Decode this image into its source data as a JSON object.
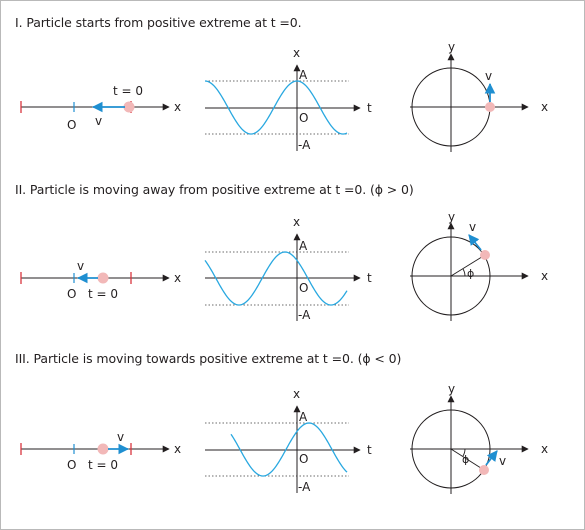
{
  "headings": {
    "case1": "I. Particle starts from positive extreme at  t =0.",
    "case2": "II. Particle is moving away from positive extreme at  t =0. (ϕ > 0)",
    "case3": "III. Particle is moving towards positive extreme at  t =0. (ϕ < 0)"
  },
  "labels": {
    "x": "x",
    "t": "t",
    "y": "y",
    "v": "v",
    "origin": "O",
    "t0": "t = 0",
    "amp_pos": "A",
    "amp_neg": "-A",
    "phi": "ϕ"
  },
  "colors": {
    "axis": "#231f20",
    "wave": "#29a8e0",
    "velocity": "#1f8fd1",
    "extreme_tick": "#d9363e",
    "particle": "#f2b8b8",
    "dotted": "#6b6b6b",
    "border": "#b9b9b9"
  },
  "cases": [
    {
      "phase": "zero",
      "velocity": "toward-origin",
      "particle": "positive-extreme"
    },
    {
      "phase": "positive",
      "velocity": "toward-origin",
      "particle": "near-positive-extreme"
    },
    {
      "phase": "negative",
      "velocity": "toward-positive-extreme",
      "particle": "near-positive-extreme"
    }
  ]
}
